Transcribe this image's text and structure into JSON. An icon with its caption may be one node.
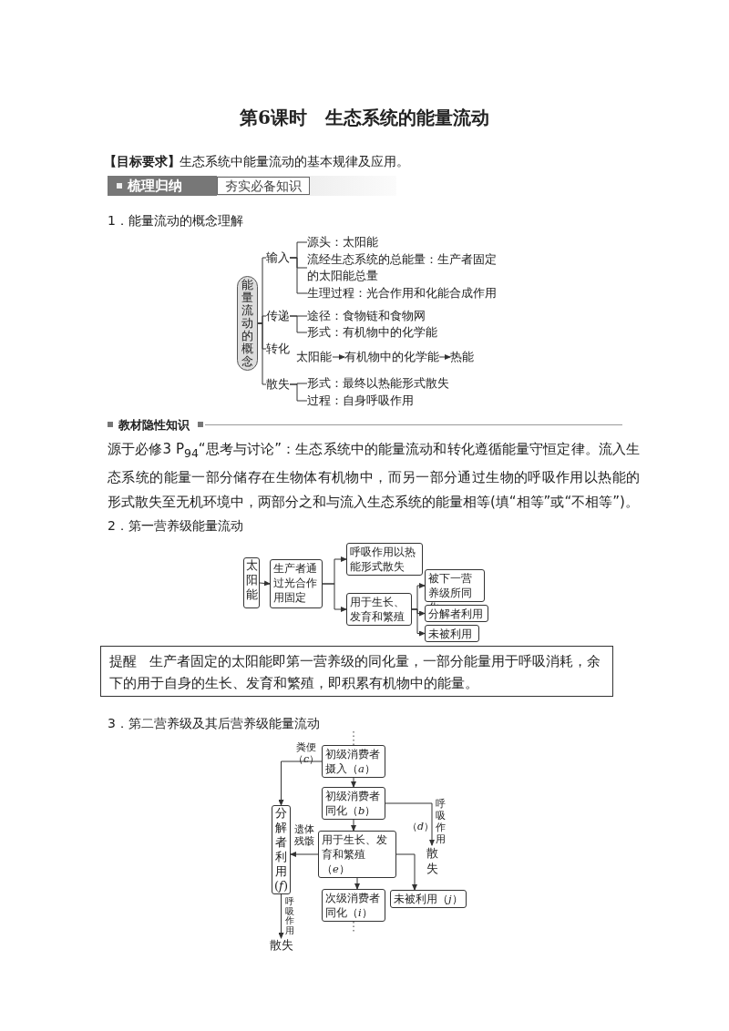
{
  "diagram": {
    "title": "第6课时　生态系统的能量流动",
    "nodes": [
      {
        "text": [
          "梳理归纳"
        ]
      },
      {
        "text": [
          "夯实必备知识"
        ],
        "in": 0
      },
      {
        "text": [
          "能量流动的概念"
        ]
      },
      {
        "text": [
          "输入"
        ]
      },
      {
        "text": [
          "源头：太阳能"
        ]
      },
      {
        "text": [
          "流经生态系统的总能量：生产者固定的太阳能总量"
        ]
      },
      {
        "text": [
          "生理过程：光合作用和化能合成作用"
        ]
      },
      {
        "text": [
          "传递"
        ]
      },
      {
        "text": [
          "途径：食物链和食物网"
        ]
      },
      {
        "text": [
          "形式：有机物中的化学能"
        ]
      },
      {
        "text": [
          "转化"
        ]
      },
      {
        "text": [
          "太阳能"
        ]
      },
      {
        "text": [
          "有机物中的化学能"
        ]
      },
      {
        "text": [
          "热能"
        ]
      },
      {
        "text": [
          "散失"
        ]
      },
      {
        "text": [
          "形式：最终以热能形式散失"
        ]
      },
      {
        "text": [
          "过程：自身呼吸作用"
        ]
      },
      {
        "text": [
          "太阳能"
        ]
      },
      {
        "text": [
          "生产者通过光合作用固定"
        ]
      },
      {
        "text": [
          "呼吸作用以热能形式散失"
        ]
      },
      {
        "text": [
          "用于生长、发育和繁殖"
        ]
      },
      {
        "text": [
          "被下一营养级所同化"
        ]
      },
      {
        "text": [
          "分解者利用"
        ]
      },
      {
        "text": [
          "未被利用"
        ]
      },
      {
        "text": [
          "提醒",
          "生产者固定的太阳能即第一营养级的同化量，一部分能量用于呼吸消耗，余下的用于自身的生长、发育和繁殖，即积累有机物中的能量。"
        ]
      },
      {
        "text": [
          "初级消费者摄入（*a*）"
        ]
      },
      {
        "text": [
          "初级消费者同化（*b*）"
        ]
      },
      {
        "text": [
          "分解者利用(*f*)"
        ]
      },
      {
        "text": [
          "用于生长、发育和繁殖（*e*）"
        ]
      },
      {
        "text": [
          "散失"
        ]
      },
      {
        "text": [
          "次级消费者同化（*i*）"
        ]
      },
      {
        "text": [
          "未被利用（*j*）"
        ]
      },
      {
        "text": [
          "散失"
        ]
      }
    ],
    "edges": [
      {
        "from": 2,
        "to": 3,
        "arrow": "none"
      },
      {
        "from": 2,
        "to": 7,
        "arrow": "none"
      },
      {
        "from": 2,
        "to": 10,
        "arrow": "none"
      },
      {
        "from": 2,
        "to": 14,
        "arrow": "none"
      },
      {
        "from": 3,
        "to": 4,
        "arrow": "none"
      },
      {
        "from": 3,
        "to": 5,
        "arrow": "none"
      },
      {
        "from": 3,
        "to": 6,
        "arrow": "none"
      },
      {
        "from": 7,
        "to": 8,
        "arrow": "none"
      },
      {
        "from": 7,
        "to": 9,
        "arrow": "none"
      },
      {
        "from": 14,
        "to": 15,
        "arrow": "none"
      },
      {
        "from": 14,
        "to": 16,
        "arrow": "none"
      },
      {
        "from": 11,
        "to": 12,
        "arrow": "to"
      },
      {
        "from": 12,
        "to": 13,
        "arrow": "to"
      },
      {
        "from": 17,
        "to": 18,
        "arrow": "to"
      },
      {
        "from": 18,
        "to": 19,
        "arrow": "to"
      },
      {
        "from": 18,
        "to": 20,
        "arrow": "to"
      },
      {
        "from": 20,
        "to": 21,
        "arrow": "to"
      },
      {
        "from": 20,
        "to": 22,
        "arrow": "to"
      },
      {
        "from": 20,
        "to": 23,
        "arrow": "to"
      },
      {
        "from": null,
        "to": 25,
        "arrow": "none",
        "style": "dashed"
      },
      {
        "from": 25,
        "to": 26,
        "arrow": "to"
      },
      {
        "from": 26,
        "to": 28,
        "arrow": "to"
      },
      {
        "from": 28,
        "to": 30,
        "arrow": "to"
      },
      {
        "from": 30,
        "to": null,
        "arrow": "none",
        "style": "dashed"
      },
      {
        "from": 25,
        "to": 27,
        "arrow": "to",
        "label": "粪便（*c*）"
      },
      {
        "from": 28,
        "to": 27,
        "arrow": "to",
        "label": "遗体残骸"
      },
      {
        "from": 26,
        "to": 29,
        "arrow": "to",
        "label": "呼吸作用"
      },
      {
        "from": 28,
        "to": 31,
        "arrow": "to"
      },
      {
        "from": 27,
        "to": 32,
        "arrow": "to",
        "label": "呼吸作用"
      }
    ],
    "labels": [
      "【目标要求】",
      "生态系统中能量流动的基本规律及应用。",
      "1．能量流动的概念理解",
      "教材隐性知识",
      "源于必修3 P$_{94}$“思考与讨论”：生态系统中的能量流动和转化遵循能量守恒定律。流入生态系统的能量一部分储存在生物体有机物中，而另一部分通过生物的呼吸作用以热能的形式散失至无机环境中，两部分之和与流入生态系统的能量相等(填“相等”或“不相等”)。",
      "2．第一营养级能量流动",
      "3．第二营养级及其后营养级能量流动",
      "（*d*）"
    ]
  }
}
